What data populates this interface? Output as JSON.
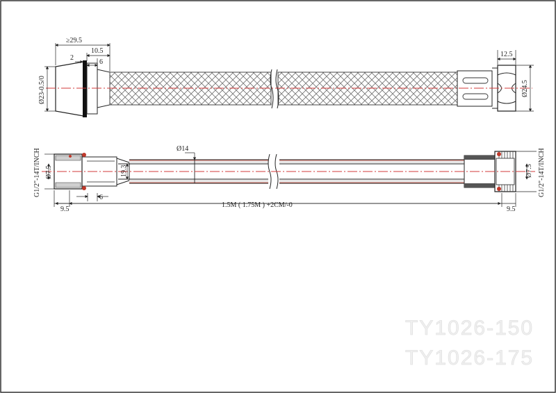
{
  "drawing": {
    "top_view": {
      "dim_total_length": "≥29.5",
      "dim_collar": "10.5",
      "dim_ring_gap": "2",
      "dim_band": "6",
      "dim_diameter_left": "Ø23-0.5/0",
      "dim_nut_width": "12.5",
      "dim_diameter_right": "Ø24.5"
    },
    "section_view": {
      "thread_left": "G1/2\"-14T/INCH",
      "dim_bore_left": "Ø7.5",
      "dim_inner": "19.3",
      "dim_hose": "Ø14",
      "dim_band": "6",
      "dim_thread_right": "G1/2\"-14T/INCH",
      "dim_bore_right": "Ø7.5"
    },
    "bottom_dims": {
      "left": "9.5",
      "length": "1.5M ( 1.75M ) +2CM/-0",
      "right": "9.5"
    }
  },
  "watermark": {
    "line1": "TY1026-150",
    "line2": "TY1026-175"
  }
}
